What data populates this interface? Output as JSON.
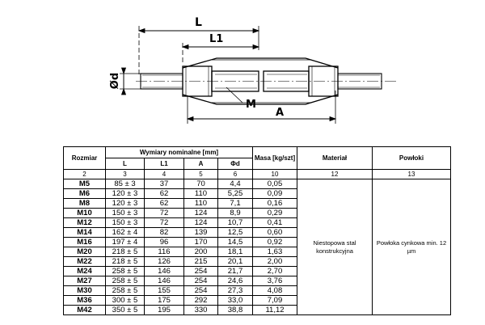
{
  "drawing": {
    "labels": {
      "L": "L",
      "L1": "L1",
      "A": "A",
      "M": "M",
      "d": "Ød"
    }
  },
  "table": {
    "header": {
      "rozmiar": "Rozmiar",
      "wymiary": "Wymiary nominalne [mm]",
      "L": "L",
      "L1": "L1",
      "A": "A",
      "d": "Φd",
      "masa": "Masa [kg/szt]",
      "material": "Materiał",
      "powloki": "Powłoki"
    },
    "numbers": [
      "2",
      "3",
      "4",
      "5",
      "6",
      "10",
      "12",
      "13"
    ],
    "rows": [
      [
        "M5",
        "85 ± 3",
        "37",
        "70",
        "4,4",
        "0,05"
      ],
      [
        "M6",
        "120 ± 3",
        "62",
        "110",
        "5,25",
        "0,09"
      ],
      [
        "M8",
        "120 ± 3",
        "62",
        "110",
        "7,1",
        "0,16"
      ],
      [
        "M10",
        "150 ± 3",
        "72",
        "124",
        "8,9",
        "0,29"
      ],
      [
        "M12",
        "150 ± 3",
        "72",
        "124",
        "10,7",
        "0,41"
      ],
      [
        "M14",
        "162 ± 4",
        "82",
        "139",
        "12,5",
        "0,60"
      ],
      [
        "M16",
        "197 ± 4",
        "96",
        "170",
        "14,5",
        "0,92"
      ],
      [
        "M20",
        "218 ± 5",
        "116",
        "200",
        "18,1",
        "1,63"
      ],
      [
        "M22",
        "218 ± 5",
        "126",
        "215",
        "20,1",
        "2,00"
      ],
      [
        "M24",
        "258 ± 5",
        "146",
        "254",
        "21,7",
        "2,70"
      ],
      [
        "M27",
        "258 ± 5",
        "146",
        "254",
        "24,6",
        "3,76"
      ],
      [
        "M30",
        "258 ± 5",
        "155",
        "254",
        "27,3",
        "4,08"
      ],
      [
        "M36",
        "300 ± 5",
        "175",
        "292",
        "33,0",
        "7,09"
      ],
      [
        "M42",
        "350 ± 5",
        "195",
        "330",
        "38,8",
        "11,12"
      ]
    ],
    "material": "Niestopowa stal konstrukcyjna",
    "coating": "Powłoka cynkowa min. 12 µm"
  }
}
